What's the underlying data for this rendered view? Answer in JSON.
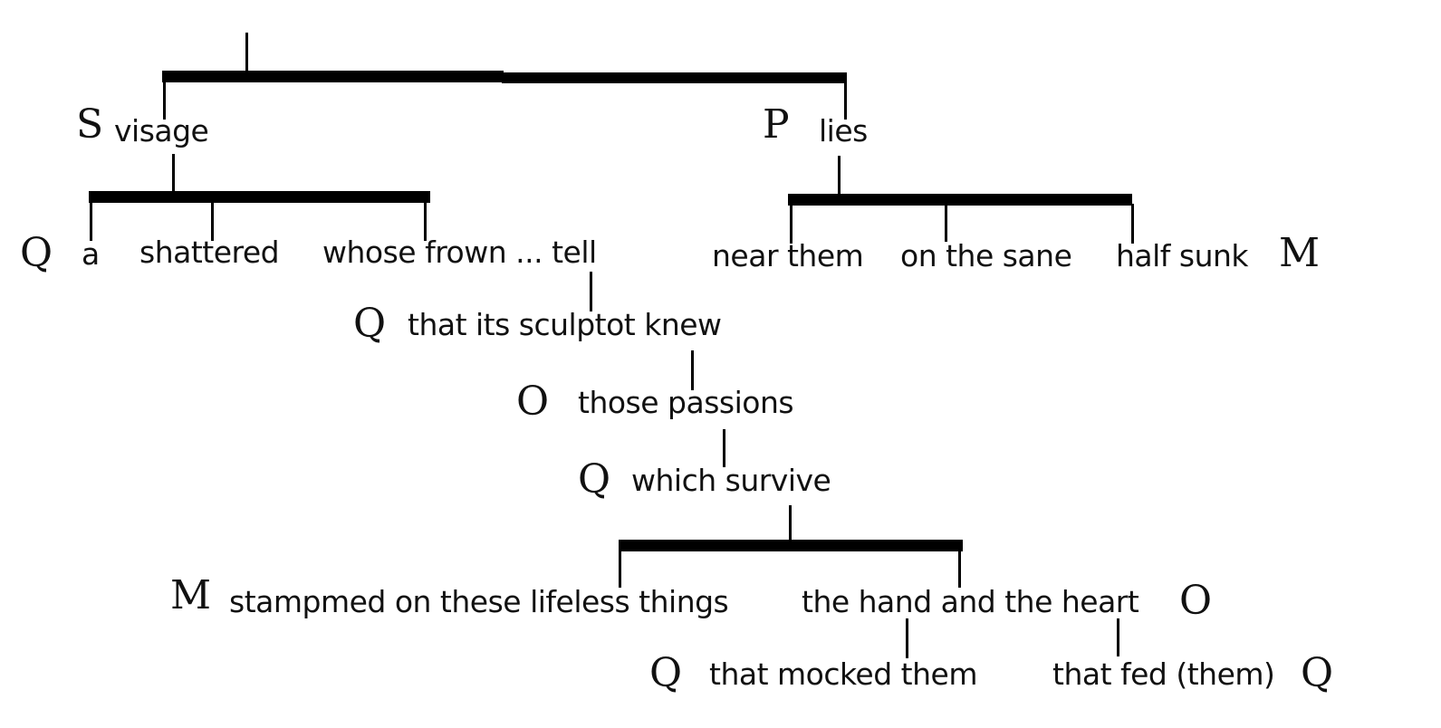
{
  "diagram": {
    "title": "",
    "nodes": {
      "subject_role": "S",
      "subject": "visage",
      "predicate_role": "P",
      "predicate": "lies",
      "q1_role": "Q",
      "q1a": "a",
      "q1b": "shattered",
      "q1c": "whose frown ... tell",
      "m1a": "near them",
      "m1b": "on the sane",
      "m1c": "half sunk",
      "m1_role": "M",
      "q2_role": "Q",
      "q2": "that its sculptot knew",
      "o1_role": "O",
      "o1": "those passions",
      "q3_role": "Q",
      "q3": "which survive",
      "m2_role": "M",
      "m2": "stampmed on these lifeless things",
      "o2": "the hand and the heart",
      "o2_role": "O",
      "q4_role": "Q",
      "q4": "that mocked them",
      "q5": "that fed (them)",
      "q5_role": "Q"
    }
  }
}
